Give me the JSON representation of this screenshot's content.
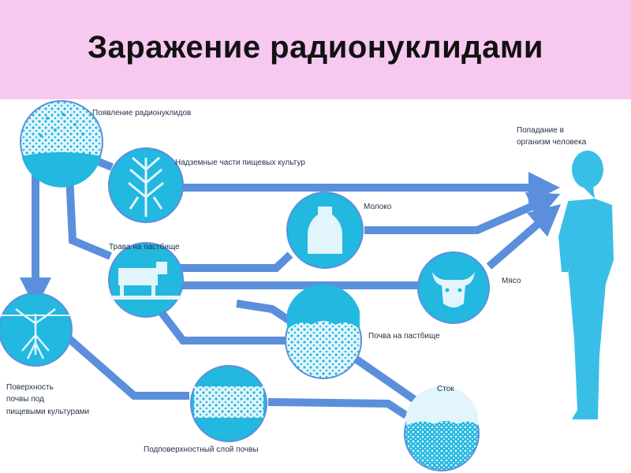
{
  "title": "Заражение радионуклидами",
  "colors": {
    "banner": "#f7c9f0",
    "arrow": "#5b8fdc",
    "node_fill": "#22b8e0",
    "node_light": "#d9f1fb",
    "human": "#39bfe7"
  },
  "labels": {
    "appearance": "Появление радионуклидов",
    "aboveground": "Надземные части пищевых культур",
    "milk": "Молоко",
    "grass": "Трава на пастбище",
    "meat": "Мясо",
    "pasture_soil": "Почва на пастбище",
    "surface_line1": "Поверхность",
    "surface_line2": "почвы под",
    "surface_line3": "пищевыми культурами",
    "runoff": "Сток",
    "subsurface": "Подповерхностный слой почвы",
    "human_line1": "Попадание в",
    "human_line2": "организм человека"
  },
  "icons": {
    "appearance": "radionuclide-fallout-icon",
    "aboveground": "crop-plant-icon",
    "milk": "milk-bottle-icon",
    "grass": "grazing-cow-icon",
    "meat": "cattle-head-icon",
    "pasture_soil": "pasture-soil-icon",
    "surface": "plant-roots-icon",
    "runoff": "runoff-icon",
    "subsurface": "soil-layer-icon",
    "human": "human-silhouette-icon"
  }
}
